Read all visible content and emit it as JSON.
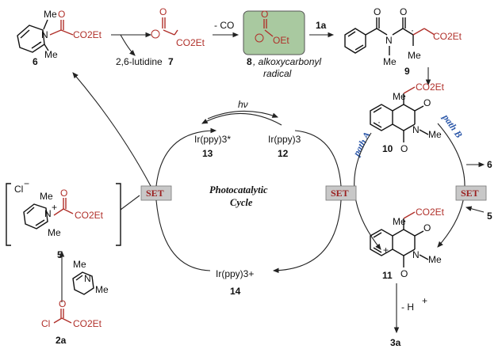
{
  "labels": {
    "c6": "6",
    "c7": "7",
    "c8": "8",
    "c8_desc1": ", alkoxycarbonyl",
    "c8_desc2": "radical",
    "c9": "9",
    "c10": "10",
    "c11": "11",
    "c13": "13",
    "c12": "12",
    "c14": "14",
    "c5": "5",
    "c2a": "2a",
    "c3a": "3a",
    "c6_right": "6",
    "c5_right": "5"
  },
  "reagents": {
    "lutidine": "2,6-lutidine",
    "minus_co": "- CO",
    "r1a": "1a",
    "hv": "hν",
    "minus_h": "- H"
  },
  "text": {
    "me": "Me",
    "co2et": "CO2Et",
    "oet": "OEt",
    "cl": "Cl",
    "o": "O",
    "n": "N",
    "ir_star": "Ir(ppy)3*",
    "ir": "Ir(ppy)3",
    "ir_plus": "Ir(ppy)3+",
    "photo1": "Photocatalytic",
    "photo2": "Cycle",
    "set": "SET",
    "pathA": "path A",
    "pathB": "path B"
  },
  "colors": {
    "accent_red": "#b0302a",
    "path_blue": "#2a56a8",
    "set_box": "#c8c8c8",
    "radical_box": "#a9c9a0"
  }
}
